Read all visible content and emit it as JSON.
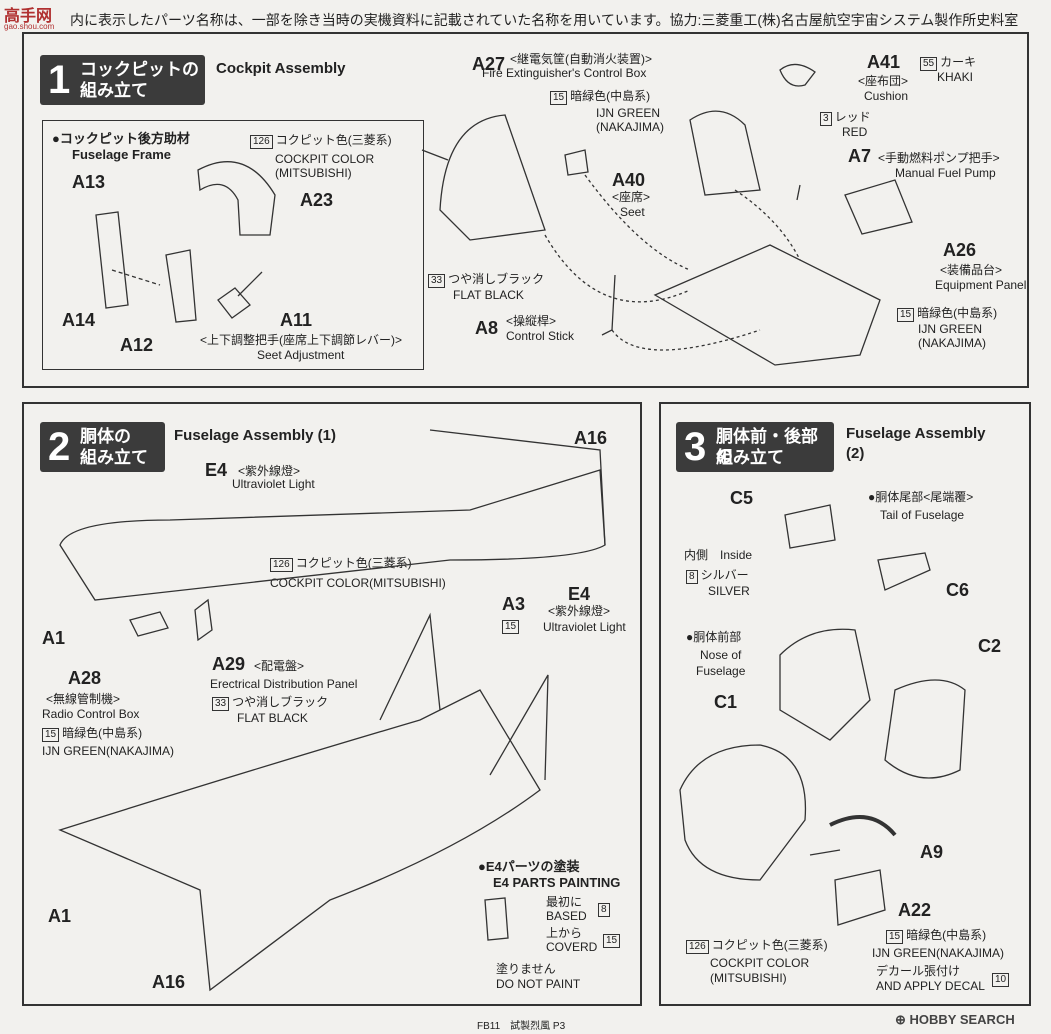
{
  "header": {
    "watermark": "高手网",
    "watermark_sub": "gao.shou.com",
    "note": "内に表示したパーツ名称は、一部を除き当時の実機資料に記載されていた名称を用いています。協力:三菱重工(株)名古屋航空宇宙システム製作所史料室"
  },
  "step1": {
    "num": "1",
    "title_jp_1": "コックピットの",
    "title_jp_2": "組み立て",
    "title_en": "Cockpit Assembly",
    "frame_jp": "●コックピット後方助材",
    "frame_en": "Fuselage Frame",
    "cockpit_color_num": "126",
    "cockpit_color_jp": "コクピット色(三菱系)",
    "cockpit_color_en_1": "COCKPIT COLOR",
    "cockpit_color_en_2": "(MITSUBISHI)",
    "a13": "A13",
    "a23": "A23",
    "a14": "A14",
    "a12": "A12",
    "a11": "A11",
    "a11_jp": "<上下調整把手(座席上下調節レバー)>",
    "a11_en": "Seet Adjustment",
    "a27": "A27",
    "a27_jp": "<継電気筐(自動消火装置)>",
    "a27_en": "Fire Extinguisher's Control Box",
    "green_num": "15",
    "green_jp": "暗緑色(中島系)",
    "green_en_1": "IJN GREEN",
    "green_en_2": "(NAKAJIMA)",
    "a41": "A41",
    "a41_jp": "<座布団>",
    "a41_en": "Cushion",
    "khaki_num": "55",
    "khaki_jp": "カーキ",
    "khaki_en": "KHAKI",
    "red_num": "3",
    "red_jp": "レッド",
    "red_en": "RED",
    "a40": "A40",
    "a40_jp": "<座席>",
    "a40_en": "Seet",
    "a7": "A7",
    "a7_jp": "<手動燃料ポンプ把手>",
    "a7_en": "Manual Fuel Pump",
    "a26": "A26",
    "a26_jp": "<装備品台>",
    "a26_en": "Equipment Panel",
    "black_num": "33",
    "black_jp": "つや消しブラック",
    "black_en": "FLAT BLACK",
    "a8": "A8",
    "a8_jp": "<操縦桿>",
    "a8_en": "Control Stick",
    "green2_num": "15",
    "green2_jp": "暗緑色(中島系)",
    "green2_en_1": "IJN GREEN",
    "green2_en_2": "(NAKAJIMA)"
  },
  "step2": {
    "num": "2",
    "title_jp_1": "胴体の",
    "title_jp_2": "組み立て",
    "title_en": "Fuselage Assembly (1)",
    "e4": "E4",
    "e4_jp": "<紫外線燈>",
    "e4_en": "Ultraviolet Light",
    "a16": "A16",
    "cockpit_num": "126",
    "cockpit_jp": "コクピット色(三菱系)",
    "cockpit_en": "COCKPIT COLOR(MITSUBISHI)",
    "a1": "A1",
    "a3": "A3",
    "a3_num": "15",
    "e4b": "E4",
    "e4b_jp": "<紫外線燈>",
    "e4b_en": "Ultraviolet Light",
    "a28": "A28",
    "a28_jp": "<無線管制機>",
    "a28_en": "Radio Control Box",
    "a28_num": "15",
    "a28_color_jp": "暗緑色(中島系)",
    "a28_color_en": "IJN GREEN(NAKAJIMA)",
    "a29": "A29",
    "a29_jp": "<配電盤>",
    "a29_en": "Erectrical Distribution Panel",
    "a29_num": "33",
    "a29_color_jp": "つや消しブラック",
    "a29_color_en": "FLAT BLACK",
    "a1b": "A1",
    "a16b": "A16",
    "paint_jp": "●E4パーツの塗装",
    "paint_en": "E4 PARTS PAINTING",
    "first_jp": "最初に",
    "first_en": "BASED",
    "first_num": "8",
    "over_jp": "上から",
    "over_en": "COVERD",
    "over_num": "15",
    "nopaint_jp": "塗りません",
    "nopaint_en": "DO NOT PAINT"
  },
  "step3": {
    "num": "3",
    "title_jp_1": "胴体前・後部の",
    "title_jp_2": "組み立て",
    "title_en_1": "Fuselage Assembly",
    "title_en_2": "(2)",
    "c5": "C5",
    "tail_jp": "●胴体尾部",
    "tail_jp2": "<尾端覆>",
    "tail_en": "Tail of Fuselage",
    "inside_jp": "内側",
    "inside_en": "Inside",
    "silver_num": "8",
    "silver_jp": "シルバー",
    "silver_en": "SILVER",
    "c6": "C6",
    "nose_jp": "●胴体前部",
    "nose_en_1": "Nose of",
    "nose_en_2": "Fuselage",
    "c2": "C2",
    "c1": "C1",
    "a9": "A9",
    "a22": "A22",
    "green_num": "15",
    "green_jp": "暗緑色(中島系)",
    "green_en": "IJN GREEN(NAKAJIMA)",
    "decal_jp": "デカール張付け",
    "decal_en": "AND APPLY DECAL",
    "decal_num": "10",
    "cockpit_num": "126",
    "cockpit_jp": "コクピット色(三菱系)",
    "cockpit_en_1": "COCKPIT COLOR",
    "cockpit_en_2": "(MITSUBISHI)"
  },
  "footer": {
    "page": "FB11　試製烈風 P3",
    "brand": "⊕ HOBBY SEARCH"
  }
}
